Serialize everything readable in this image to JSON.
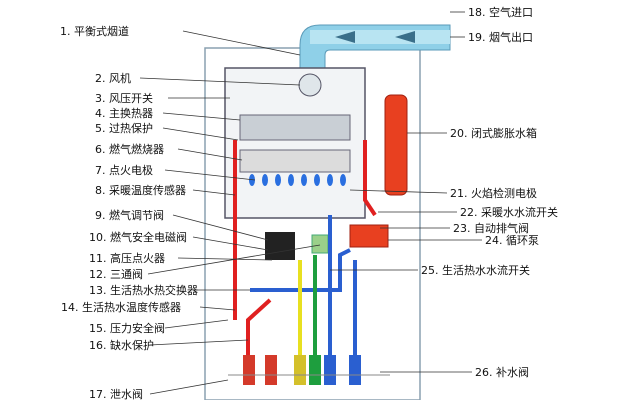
{
  "labels": {
    "l1": "1. 平衡式烟道",
    "l2": "2. 风机",
    "l3": "3. 风压开关",
    "l4": "4. 主换热器",
    "l5": "5. 过热保护",
    "l6": "6. 燃气燃烧器",
    "l7": "7. 点火电极",
    "l8": "8. 采暖温度传感器",
    "l9": "9. 燃气调节阀",
    "l10": "10. 燃气安全电磁阀",
    "l11": "11. 高压点火器",
    "l12": "12. 三通阀",
    "l13": "13. 生活热水热交换器",
    "l14": "14. 生活热水温度传感器",
    "l15": "15. 压力安全阀",
    "l16": "16. 缺水保护",
    "l17": "17. 泄水阀",
    "l18": "18. 空气进口",
    "l19": "19. 烟气出口",
    "l20": "20. 闭式膨胀水箱",
    "l21": "21. 火焰检测电极",
    "l22": "22. 采暖水水流开关",
    "l23": "23. 自动排气阀",
    "l24": "24. 循环泵",
    "l25": "25. 生活热水水流开关",
    "l26": "26. 补水阀"
  },
  "colors": {
    "hot_pipe": "#e02020",
    "cold_pipe": "#2a5fd0",
    "gas_pipe": "#e8e020",
    "return_pipe": "#1e9e3e",
    "flue": "#8fd0e8",
    "tank": "#e84020",
    "leader": "#333333"
  }
}
